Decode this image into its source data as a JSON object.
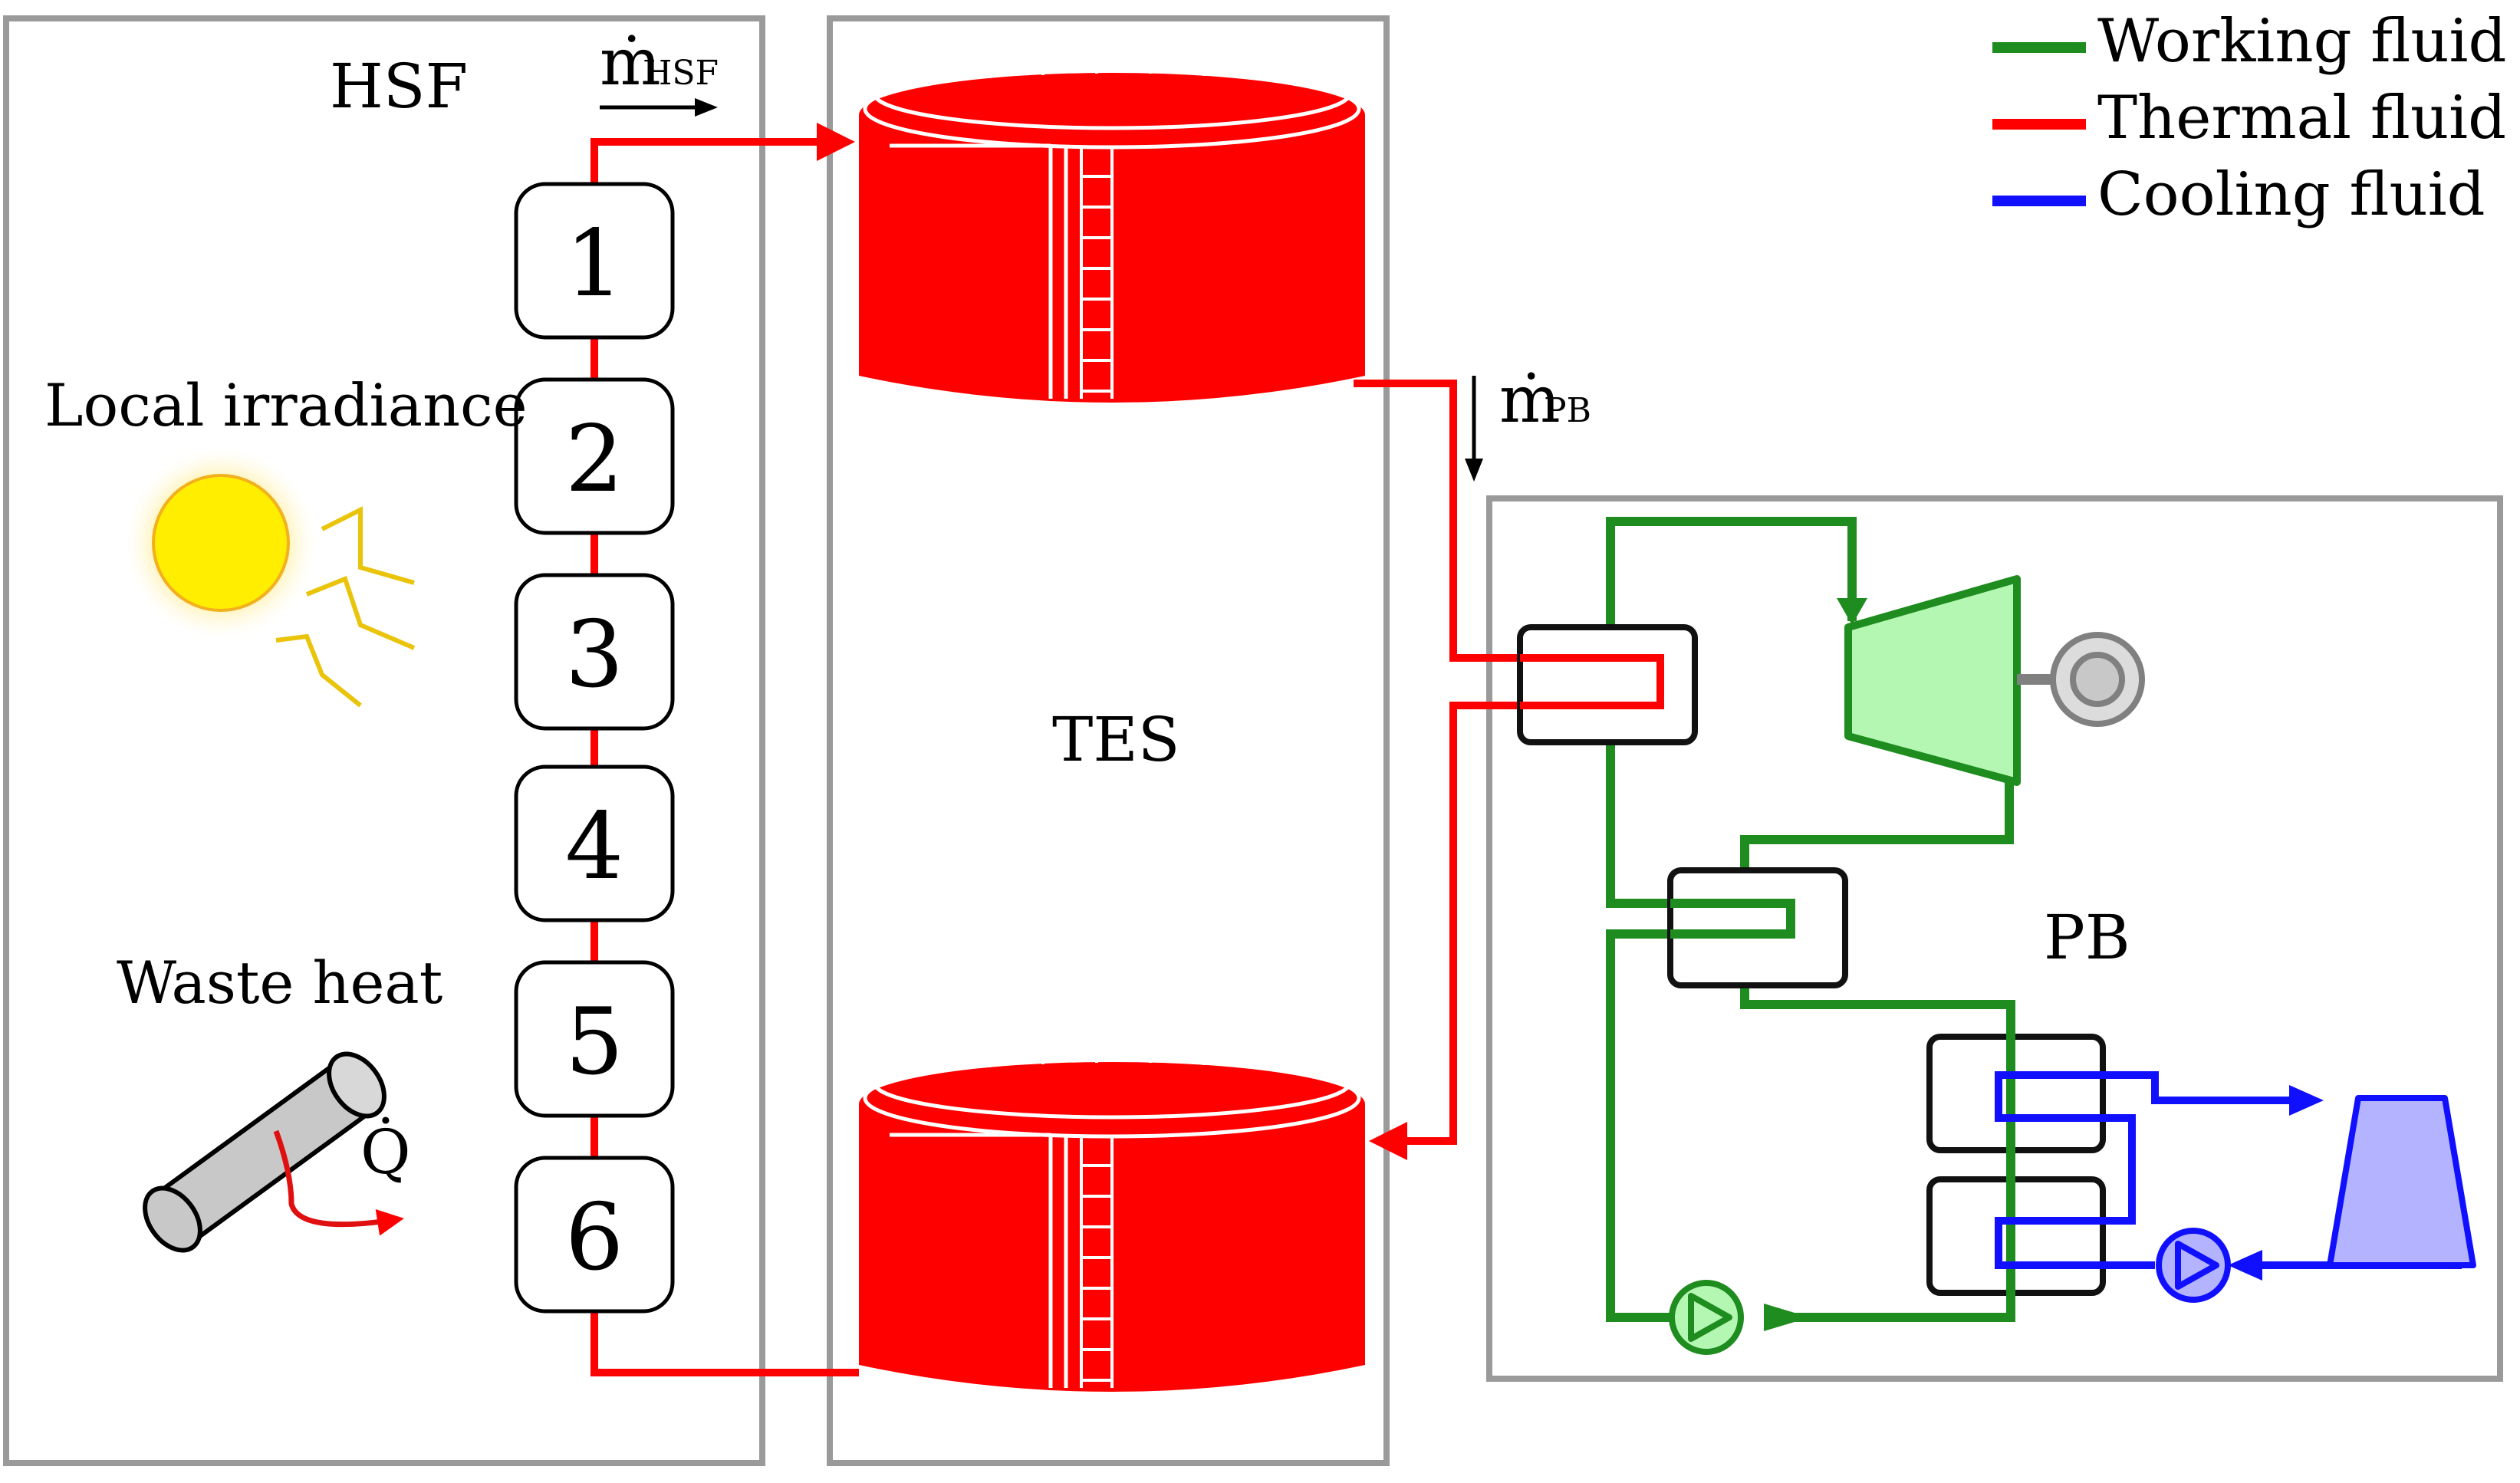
{
  "labels": {
    "hsf": "HSF",
    "tes": "TES",
    "pb": "PB",
    "mdot_hsf_main": "ṁ",
    "mdot_hsf_sub": "HSF",
    "mdot_pb_main": "ṁ",
    "mdot_pb_sub": "PB",
    "local_irradiance": "Local irradiance",
    "waste_heat": "Waste heat",
    "qdot": "Q̇"
  },
  "modules": [
    "1",
    "2",
    "3",
    "4",
    "5",
    "6"
  ],
  "legend": [
    {
      "label": "Working fluid",
      "color": "#1e8c1e"
    },
    {
      "label": "Thermal fluid",
      "color": "#ff0000"
    },
    {
      "label": "Cooling fluid",
      "color": "#1010ff"
    }
  ],
  "colors": {
    "working_fluid": "#1e8c1e",
    "thermal_fluid": "#ff0000",
    "cooling_fluid": "#1010ff",
    "tank": "#ff0000",
    "turbine": "#b3f7b3",
    "cooling_tower": "#b3b3ff",
    "frame": "#9a9a9a",
    "sun": "#ffee00"
  },
  "icons": {
    "sun": "sun-icon",
    "waste_pipe": "pipe-icon",
    "turbine": "turbine-icon",
    "generator": "generator-icon",
    "pump": "pump-icon",
    "cooling_tower": "cooling-tower-icon",
    "heat_exchanger": "heat-exchanger-icon",
    "storage_tank": "storage-tank-icon"
  }
}
